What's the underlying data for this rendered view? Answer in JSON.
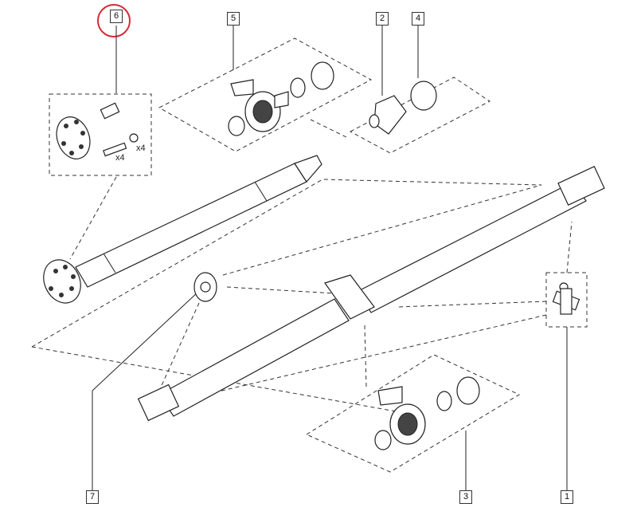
{
  "diagram": {
    "callouts": [
      {
        "id": "6",
        "label": "6",
        "highlighted": true
      },
      {
        "id": "5",
        "label": "5"
      },
      {
        "id": "2",
        "label": "2"
      },
      {
        "id": "4",
        "label": "4"
      },
      {
        "id": "7",
        "label": "7"
      },
      {
        "id": "3",
        "label": "3"
      },
      {
        "id": "1",
        "label": "1"
      }
    ],
    "quantities": {
      "bolt": "x4",
      "nut": "x4"
    },
    "highlight_color": "#d62a36"
  }
}
